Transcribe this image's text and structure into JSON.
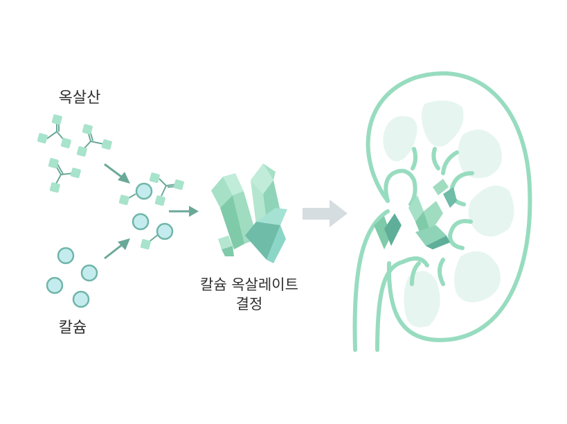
{
  "labels": {
    "oxalic_acid": "옥살산",
    "calcium": "칼슘",
    "crystal_line1": "칼슘 옥살레이트",
    "crystal_line2": "결정"
  },
  "colors": {
    "mint": "#9fdcc4",
    "mint_light": "#b8ead6",
    "calcium_fill": "#c4ecee",
    "calcium_stroke": "#6fb5a8",
    "arrow_teal": "#6aa898",
    "arrow_gray": "#d6dde0",
    "kidney_outline": "#98dcc0",
    "pyramid_fill": "#e6f5ef",
    "crystal_dark": "#5fae9a",
    "crystal_mid": "#8fd4b8",
    "crystal_light": "#c0ecd9"
  }
}
